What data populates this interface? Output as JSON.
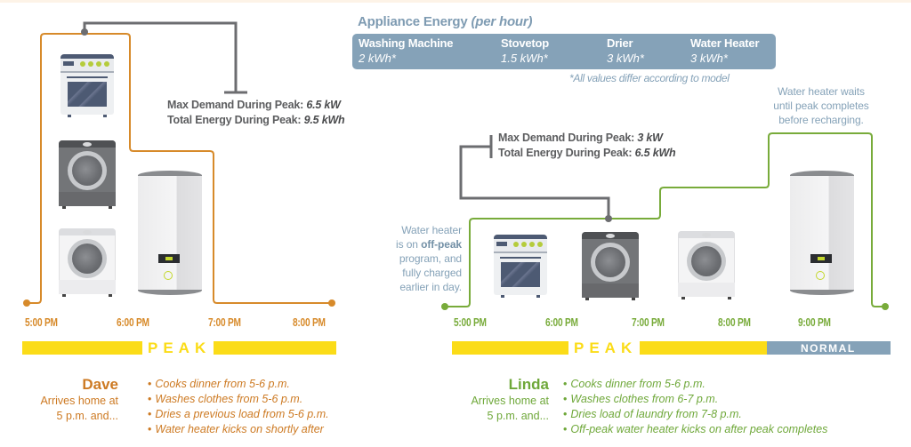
{
  "appliance_energy": {
    "title": "Appliance Energy",
    "title_suffix": "(per hour)",
    "items": [
      {
        "name": "Washing Machine",
        "value": "2 kWh*"
      },
      {
        "name": "Stovetop",
        "value": "1.5 kWh*"
      },
      {
        "name": "Drier",
        "value": "3 kWh*"
      },
      {
        "name": "Water Heater",
        "value": "3 kWh*"
      }
    ],
    "footnote": "*All values differ according to model"
  },
  "dave": {
    "max_demand_label": "Max Demand During Peak:",
    "max_demand_value": "6.5 kW",
    "total_energy_label": "Total Energy During Peak:",
    "total_energy_value": "9.5 kWh",
    "times": [
      "5:00 PM",
      "6:00 PM",
      "7:00 PM",
      "8:00 PM"
    ],
    "peak_label": "PEAK",
    "name": "Dave",
    "intro_line1": "Arrives home at",
    "intro_line2": "5 p.m. and...",
    "activities": [
      "Cooks dinner from 5-6 p.m.",
      "Washes clothes from 5-6 p.m.",
      "Dries a previous load from 5-6 p.m.",
      "Water heater kicks on shortly after"
    ],
    "appliances": [
      "stovetop",
      "drier",
      "washing-machine",
      "water-heater"
    ]
  },
  "linda": {
    "max_demand_label": "Max Demand During Peak:",
    "max_demand_value": "3 kW",
    "total_energy_label": "Total Energy During Peak:",
    "total_energy_value": "6.5 kWh",
    "times": [
      "5:00 PM",
      "6:00 PM",
      "7:00 PM",
      "8:00 PM",
      "9:00 PM"
    ],
    "peak_label": "PEAK",
    "normal_label": "NORMAL",
    "name": "Linda",
    "intro_line1": "Arrives home at",
    "intro_line2": "5 p.m. and...",
    "activities": [
      "Cooks dinner from 5-6 p.m.",
      "Washes clothes from 6-7 p.m.",
      "Dries load of laundry from 7-8 p.m.",
      "Off-peak water heater kicks on after peak completes"
    ],
    "appliances": [
      "stovetop",
      "drier",
      "washing-machine",
      "water-heater"
    ],
    "left_note": {
      "line1": "Water heater",
      "line2_pre": "is on ",
      "line2_bold": "off-peak",
      "line3": "program, and",
      "line4": "fully charged",
      "line5": "earlier in day."
    },
    "right_note": {
      "line1": "Water heater waits",
      "line2": "until peak completes",
      "line3": "before recharging."
    }
  },
  "colors": {
    "dave_orange": "#d78a2a",
    "linda_green": "#78ab3a",
    "peak_yellow": "#fbdc18",
    "normal_blue_gray": "#85a2b8",
    "connector_gray": "#6c6d70"
  }
}
